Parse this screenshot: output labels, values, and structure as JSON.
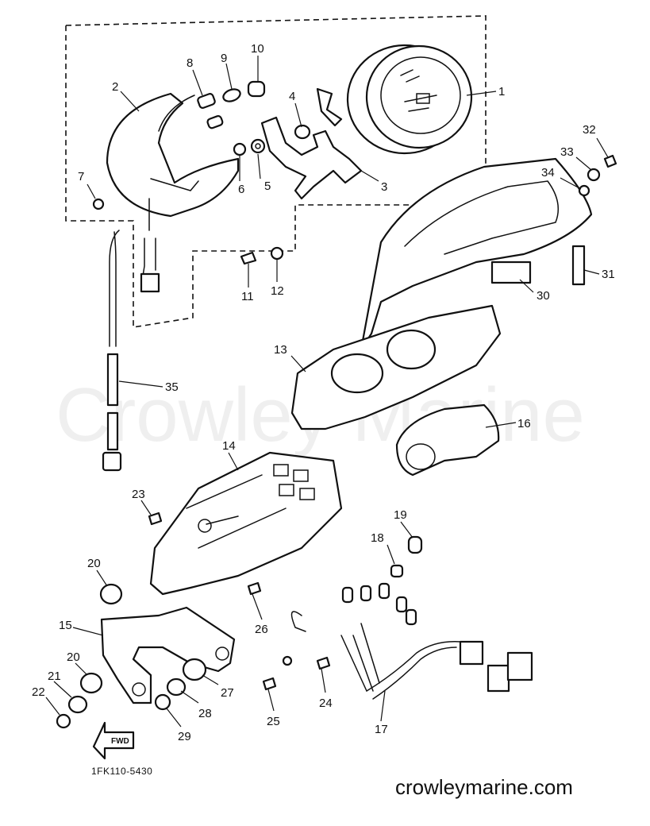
{
  "diagram": {
    "drawing_code": "1FK110-5430",
    "direction_label": "FWD",
    "watermark": "Crowley Marine",
    "site_text": "crowleymarine.com",
    "callouts": [
      "1",
      "2",
      "3",
      "4",
      "5",
      "6",
      "7",
      "8",
      "9",
      "10",
      "11",
      "12",
      "13",
      "14",
      "15",
      "16",
      "17",
      "18",
      "19",
      "20",
      "20",
      "21",
      "22",
      "23",
      "24",
      "25",
      "26",
      "27",
      "28",
      "29",
      "30",
      "31",
      "32",
      "33",
      "34",
      "35"
    ]
  }
}
